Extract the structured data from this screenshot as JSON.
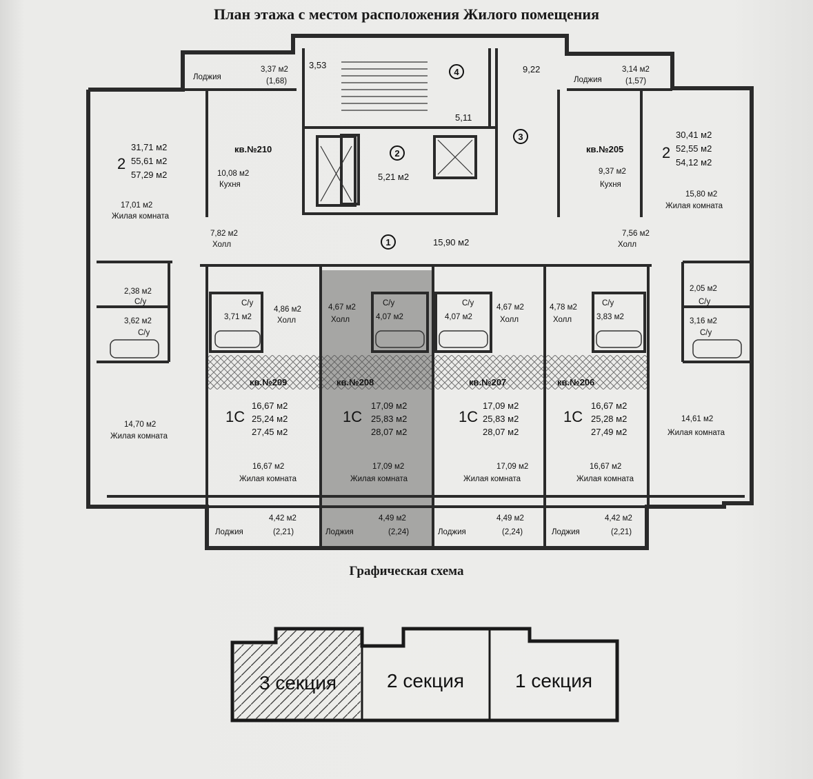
{
  "title": "План этажа с местом расположения Жилого помещения",
  "scheme_title": "Графическая схема",
  "sections": {
    "s3": "3 секция",
    "s2": "2 секция",
    "s1": "1 секция"
  },
  "colors": {
    "wall": "#2a2a2a",
    "highlight": "#9a9a98",
    "hatch": "#555555"
  },
  "core": {
    "n1": "1",
    "n2": "2",
    "n3": "3",
    "n4": "4",
    "a_353": "3,53",
    "a_922": "9,22",
    "a_511": "5,11",
    "a_521": "5,21 м2",
    "a_1590": "15,90 м2"
  },
  "apt210": {
    "label": "кв.№210",
    "rooms": "2",
    "a1": "31,71 м2",
    "a2": "55,61 м2",
    "a3": "57,29 м2",
    "kitchen_area": "10,08 м2",
    "kitchen": "Кухня",
    "living_area": "17,01 м2",
    "living": "Жилая комната",
    "hall_area": "7,82 м2",
    "hall": "Холл",
    "loggia": "Лоджия",
    "loggia_area": "3,37 м2",
    "loggia_red": "(1,68)",
    "bath1_area": "2,38 м2",
    "bath1": "С/у",
    "bath2_area": "3,62 м2",
    "bath2": "С/у"
  },
  "apt205": {
    "label": "кв.№205",
    "rooms": "2",
    "a1": "30,41 м2",
    "a2": "52,55 м2",
    "a3": "54,12 м2",
    "kitchen_area": "9,37 м2",
    "kitchen": "Кухня",
    "living_area": "15,80 м2",
    "living": "Жилая комната",
    "hall_area": "7,56 м2",
    "hall": "Холл",
    "loggia": "Лоджия",
    "loggia_area": "3,14 м2",
    "loggia_red": "(1,57)",
    "bath1_area": "2,05 м2",
    "bath1": "С/у",
    "bath2_area": "3,16 м2",
    "bath2": "С/у"
  },
  "apt209": {
    "label": "кв.№209",
    "rooms": "1С",
    "a1": "16,67 м2",
    "a2": "25,24 м2",
    "a3": "27,45 м2",
    "hall_area": "4,86 м2",
    "hall": "Холл",
    "bath": "С/у",
    "bath_area": "3,71 м2",
    "living_area": "16,67 м2",
    "living": "Жилая комната",
    "loggia": "Лоджия",
    "loggia_area": "4,42 м2",
    "loggia_red": "(2,21)"
  },
  "apt208": {
    "label": "кв.№208",
    "rooms": "1С",
    "a1": "17,09 м2",
    "a2": "25,83 м2",
    "a3": "28,07 м2",
    "hall_area": "4,67 м2",
    "hall": "Холл",
    "bath": "С/у",
    "bath_area": "4,07 м2",
    "living_area": "17,09 м2",
    "living": "Жилая комната",
    "loggia": "Лоджия",
    "loggia_area": "4,49 м2",
    "loggia_red": "(2,24)"
  },
  "apt207": {
    "label": "кв.№207",
    "rooms": "1С",
    "a1": "17,09 м2",
    "a2": "25,83 м2",
    "a3": "28,07 м2",
    "hall_area": "4,67 м2",
    "hall": "Холл",
    "bath": "С/у",
    "bath_area": "4,07 м2",
    "living_area": "17,09 м2",
    "living": "Жилая комната",
    "loggia": "Лоджия",
    "loggia_area": "4,49 м2",
    "loggia_red": "(2,24)"
  },
  "apt206": {
    "label": "кв.№206",
    "rooms": "1С",
    "a1": "16,67 м2",
    "a2": "25,28 м2",
    "a3": "27,49 м2",
    "hall_area": "4,78 м2",
    "hall": "Холл",
    "bath": "С/у",
    "bath_area": "3,83 м2",
    "living_area": "16,67 м2",
    "living": "Жилая комната",
    "living2_area": "14,61 м2",
    "living2": "Жилая комната",
    "loggia": "Лоджия",
    "loggia_area": "4,42 м2",
    "loggia_red": "(2,21)"
  },
  "apt209_extra": {
    "living2_area": "14,70 м2",
    "living2": "Жилая комната"
  }
}
